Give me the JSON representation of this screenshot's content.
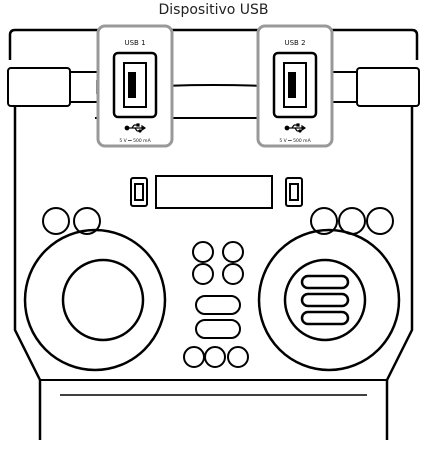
{
  "figure": {
    "title": "Dispositivo USB",
    "usb_left": {
      "label": "USB 1",
      "rating": "5 V ⎓ 500 mA"
    },
    "usb_right": {
      "label": "USB 2",
      "rating": "5 V ⎓ 500 mA"
    }
  }
}
